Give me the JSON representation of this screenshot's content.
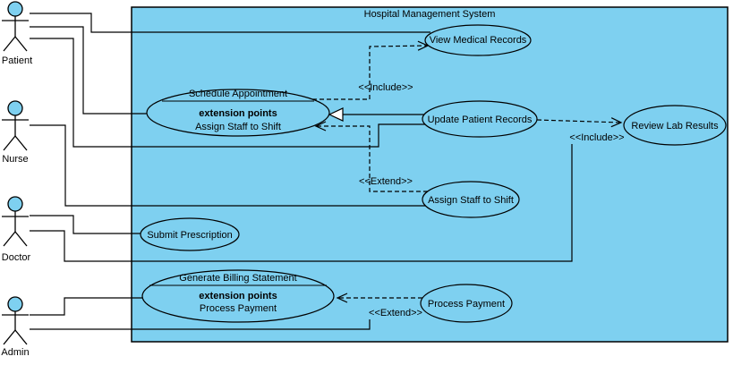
{
  "diagram": {
    "title": "Hospital Management System"
  },
  "colors": {
    "node_fill": "#7ED0F0",
    "stroke": "#000000",
    "canvas": "#FFFFFF"
  },
  "actors": {
    "patient": "Patient",
    "nurse": "Nurse",
    "doctor": "Doctor",
    "admin": "Admin"
  },
  "use_cases": {
    "view_medical_records": "View Medical Records",
    "schedule_appointment": {
      "name": "Schedule Appointment",
      "compartment_header": "extension points",
      "extension_point": "Assign Staff to Shift"
    },
    "update_patient_records": "Update Patient Records",
    "review_lab_results": "Review Lab Results",
    "assign_staff_to_shift": "Assign Staff to Shift",
    "submit_prescription": "Submit Prescription",
    "generate_billing_statement": {
      "name": "Generate Billing Statement",
      "compartment_header": "extension points",
      "extension_point": "Process Payment"
    },
    "process_payment": "Process Payment"
  },
  "stereotypes": {
    "include": "<<Include>>",
    "extend": "<<Extend>>"
  }
}
